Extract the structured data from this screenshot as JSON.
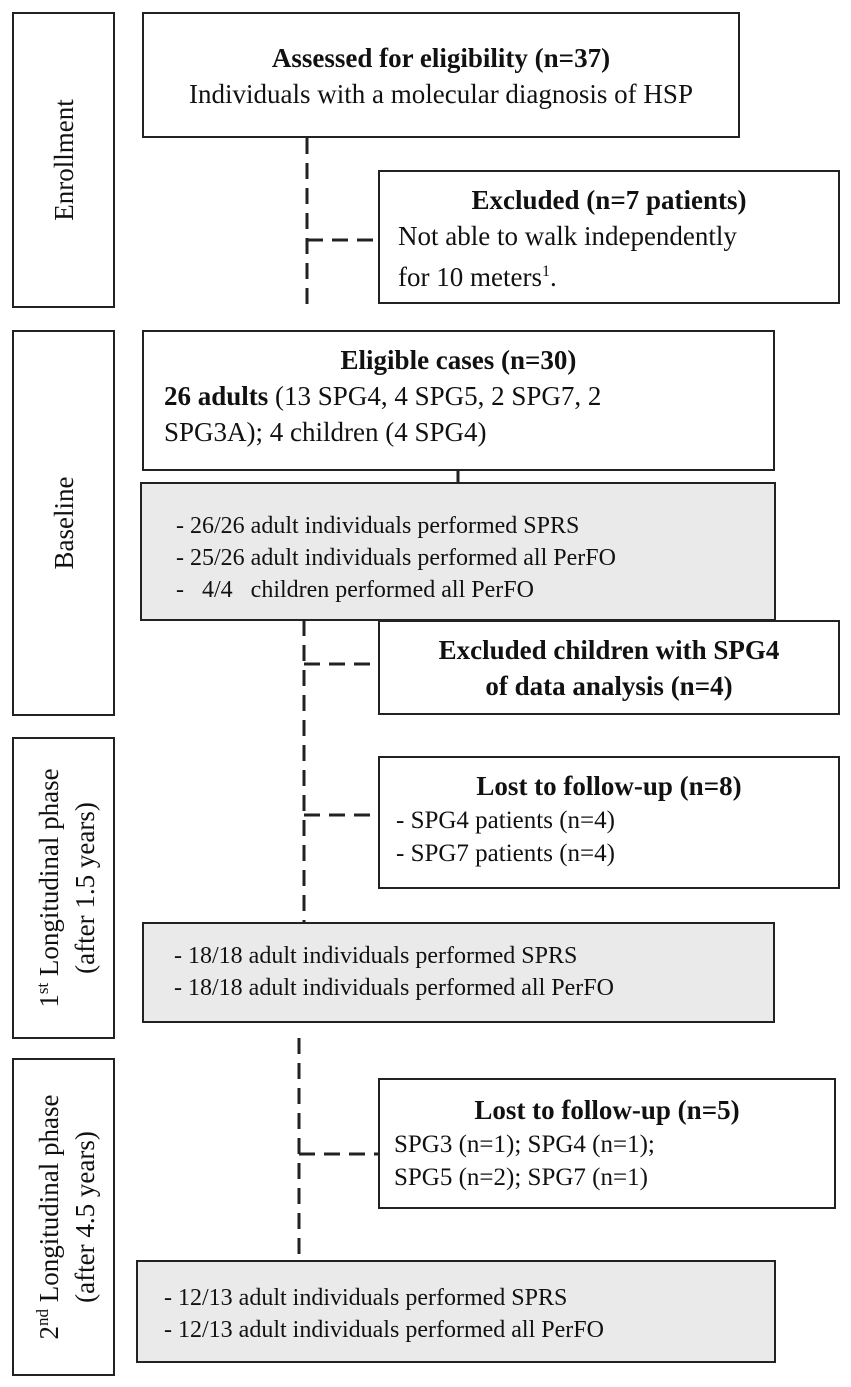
{
  "phases": {
    "enrollment": "Enrollment",
    "baseline": "Baseline",
    "first_line1_sup": "st",
    "first_line1_pre": "1",
    "first_line1_rest": " Longitudinal phase",
    "first_line2": "(after 1.5 years)",
    "second_line1_pre": "2",
    "second_line1_sup": "nd",
    "second_line1_rest": " Longitudinal phase",
    "second_line2": "(after 4.5 years)"
  },
  "assessed": {
    "title": "Assessed for eligibility (n=37)",
    "text": "Individuals with a molecular diagnosis of HSP"
  },
  "excluded1": {
    "title": "Excluded (n=7 patients)",
    "line1": "Not able to walk independently",
    "line2": "for 10 meters",
    "sup": "1",
    "end": "."
  },
  "eligible": {
    "title": "Eligible cases (n=30)",
    "bold": "26 adults",
    "line1_rest": " (13 SPG4, 4 SPG5, 2 SPG7, 2",
    "line2": "SPG3A); 4 children (4 SPG4)"
  },
  "baseline_perf": {
    "items": [
      "- 26/26 adult individuals performed SPRS",
      "- 25/26 adult individuals performed all PerFO",
      "-   4/4   children performed all PerFO"
    ]
  },
  "excluded_children": {
    "line1": "Excluded children with SPG4",
    "line2": "of data analysis (n=4)"
  },
  "lost1": {
    "title": "Lost to follow-up (n=8)",
    "items": [
      "- SPG4 patients (n=4)",
      "- SPG7 patients (n=4)"
    ]
  },
  "phase1_perf": {
    "items": [
      "- 18/18 adult individuals performed SPRS",
      "- 18/18 adult individuals performed all PerFO"
    ]
  },
  "lost2": {
    "title": "Lost to follow-up (n=5)",
    "line1": "SPG3 (n=1); SPG4 (n=1);",
    "line2": "SPG5 (n=2); SPG7 (n=1)"
  },
  "phase2_perf": {
    "items": [
      "- 12/13 adult individuals performed SPRS",
      "- 12/13 adult individuals performed all PerFO"
    ]
  }
}
